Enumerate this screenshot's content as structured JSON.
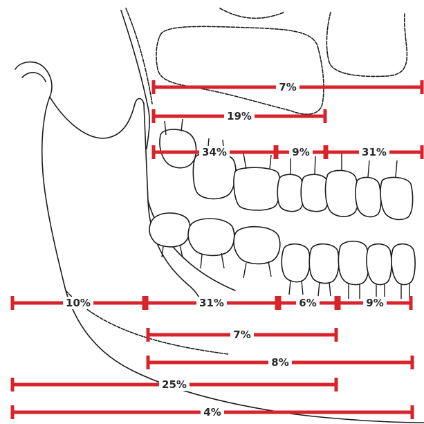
{
  "measurements": [
    {
      "label": "7%"
    },
    {
      "label": "19%"
    },
    {
      "label": "34%"
    },
    {
      "label": "9%"
    },
    {
      "label": "31%"
    },
    {
      "label": "10%"
    },
    {
      "label": "31%"
    },
    {
      "label": "6%"
    },
    {
      "label": "9%"
    },
    {
      "label": "7%"
    },
    {
      "label": "8%"
    },
    {
      "label": "25%"
    },
    {
      "label": "4%"
    }
  ],
  "colors": {
    "measure_line": "#d8232a",
    "outline": "#1a1a1a"
  }
}
